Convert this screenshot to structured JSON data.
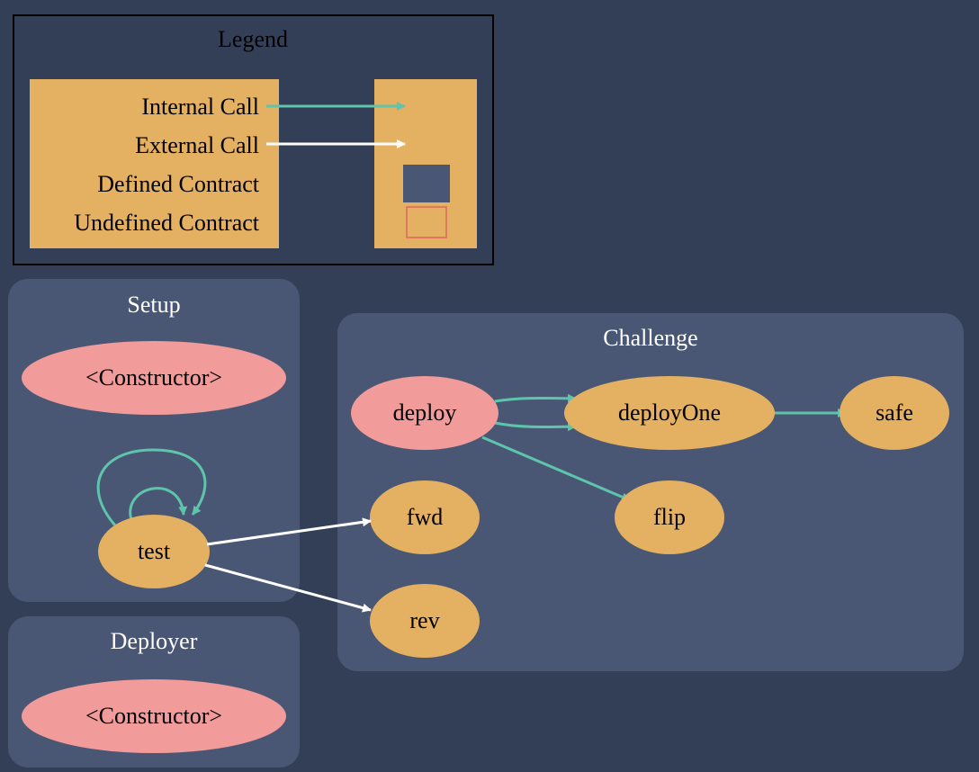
{
  "colors": {
    "background": "#323f57",
    "cluster_fill": "#495774",
    "legend_cell": "#e4b062",
    "node_public": "#e4b062",
    "node_constructor": "#f19b9a",
    "internal_call": "#5ec5ac",
    "external_call": "#ffffff",
    "defined_swatch": "#495774",
    "undefined_swatch_border": "#e0665f"
  },
  "legend": {
    "title": "Legend",
    "internal_call": "Internal Call",
    "external_call": "External Call",
    "defined_contract": "Defined Contract",
    "undefined_contract": "Undefined Contract"
  },
  "clusters": {
    "setup": {
      "title": "Setup",
      "constructor": "<Constructor>",
      "test": "test"
    },
    "deployer": {
      "title": "Deployer",
      "constructor": "<Constructor>"
    },
    "challenge": {
      "title": "Challenge",
      "deploy": "deploy",
      "deploy_one": "deployOne",
      "safe": "safe",
      "fwd": "fwd",
      "flip": "flip",
      "rev": "rev"
    }
  },
  "edges": [
    {
      "from": "test",
      "to": "test",
      "type": "internal",
      "count": 2
    },
    {
      "from": "test",
      "to": "fwd",
      "type": "external"
    },
    {
      "from": "test",
      "to": "rev",
      "type": "external"
    },
    {
      "from": "deploy",
      "to": "deployOne",
      "type": "internal",
      "count": 2
    },
    {
      "from": "deploy",
      "to": "flip",
      "type": "internal"
    },
    {
      "from": "deployOne",
      "to": "safe",
      "type": "internal"
    }
  ]
}
